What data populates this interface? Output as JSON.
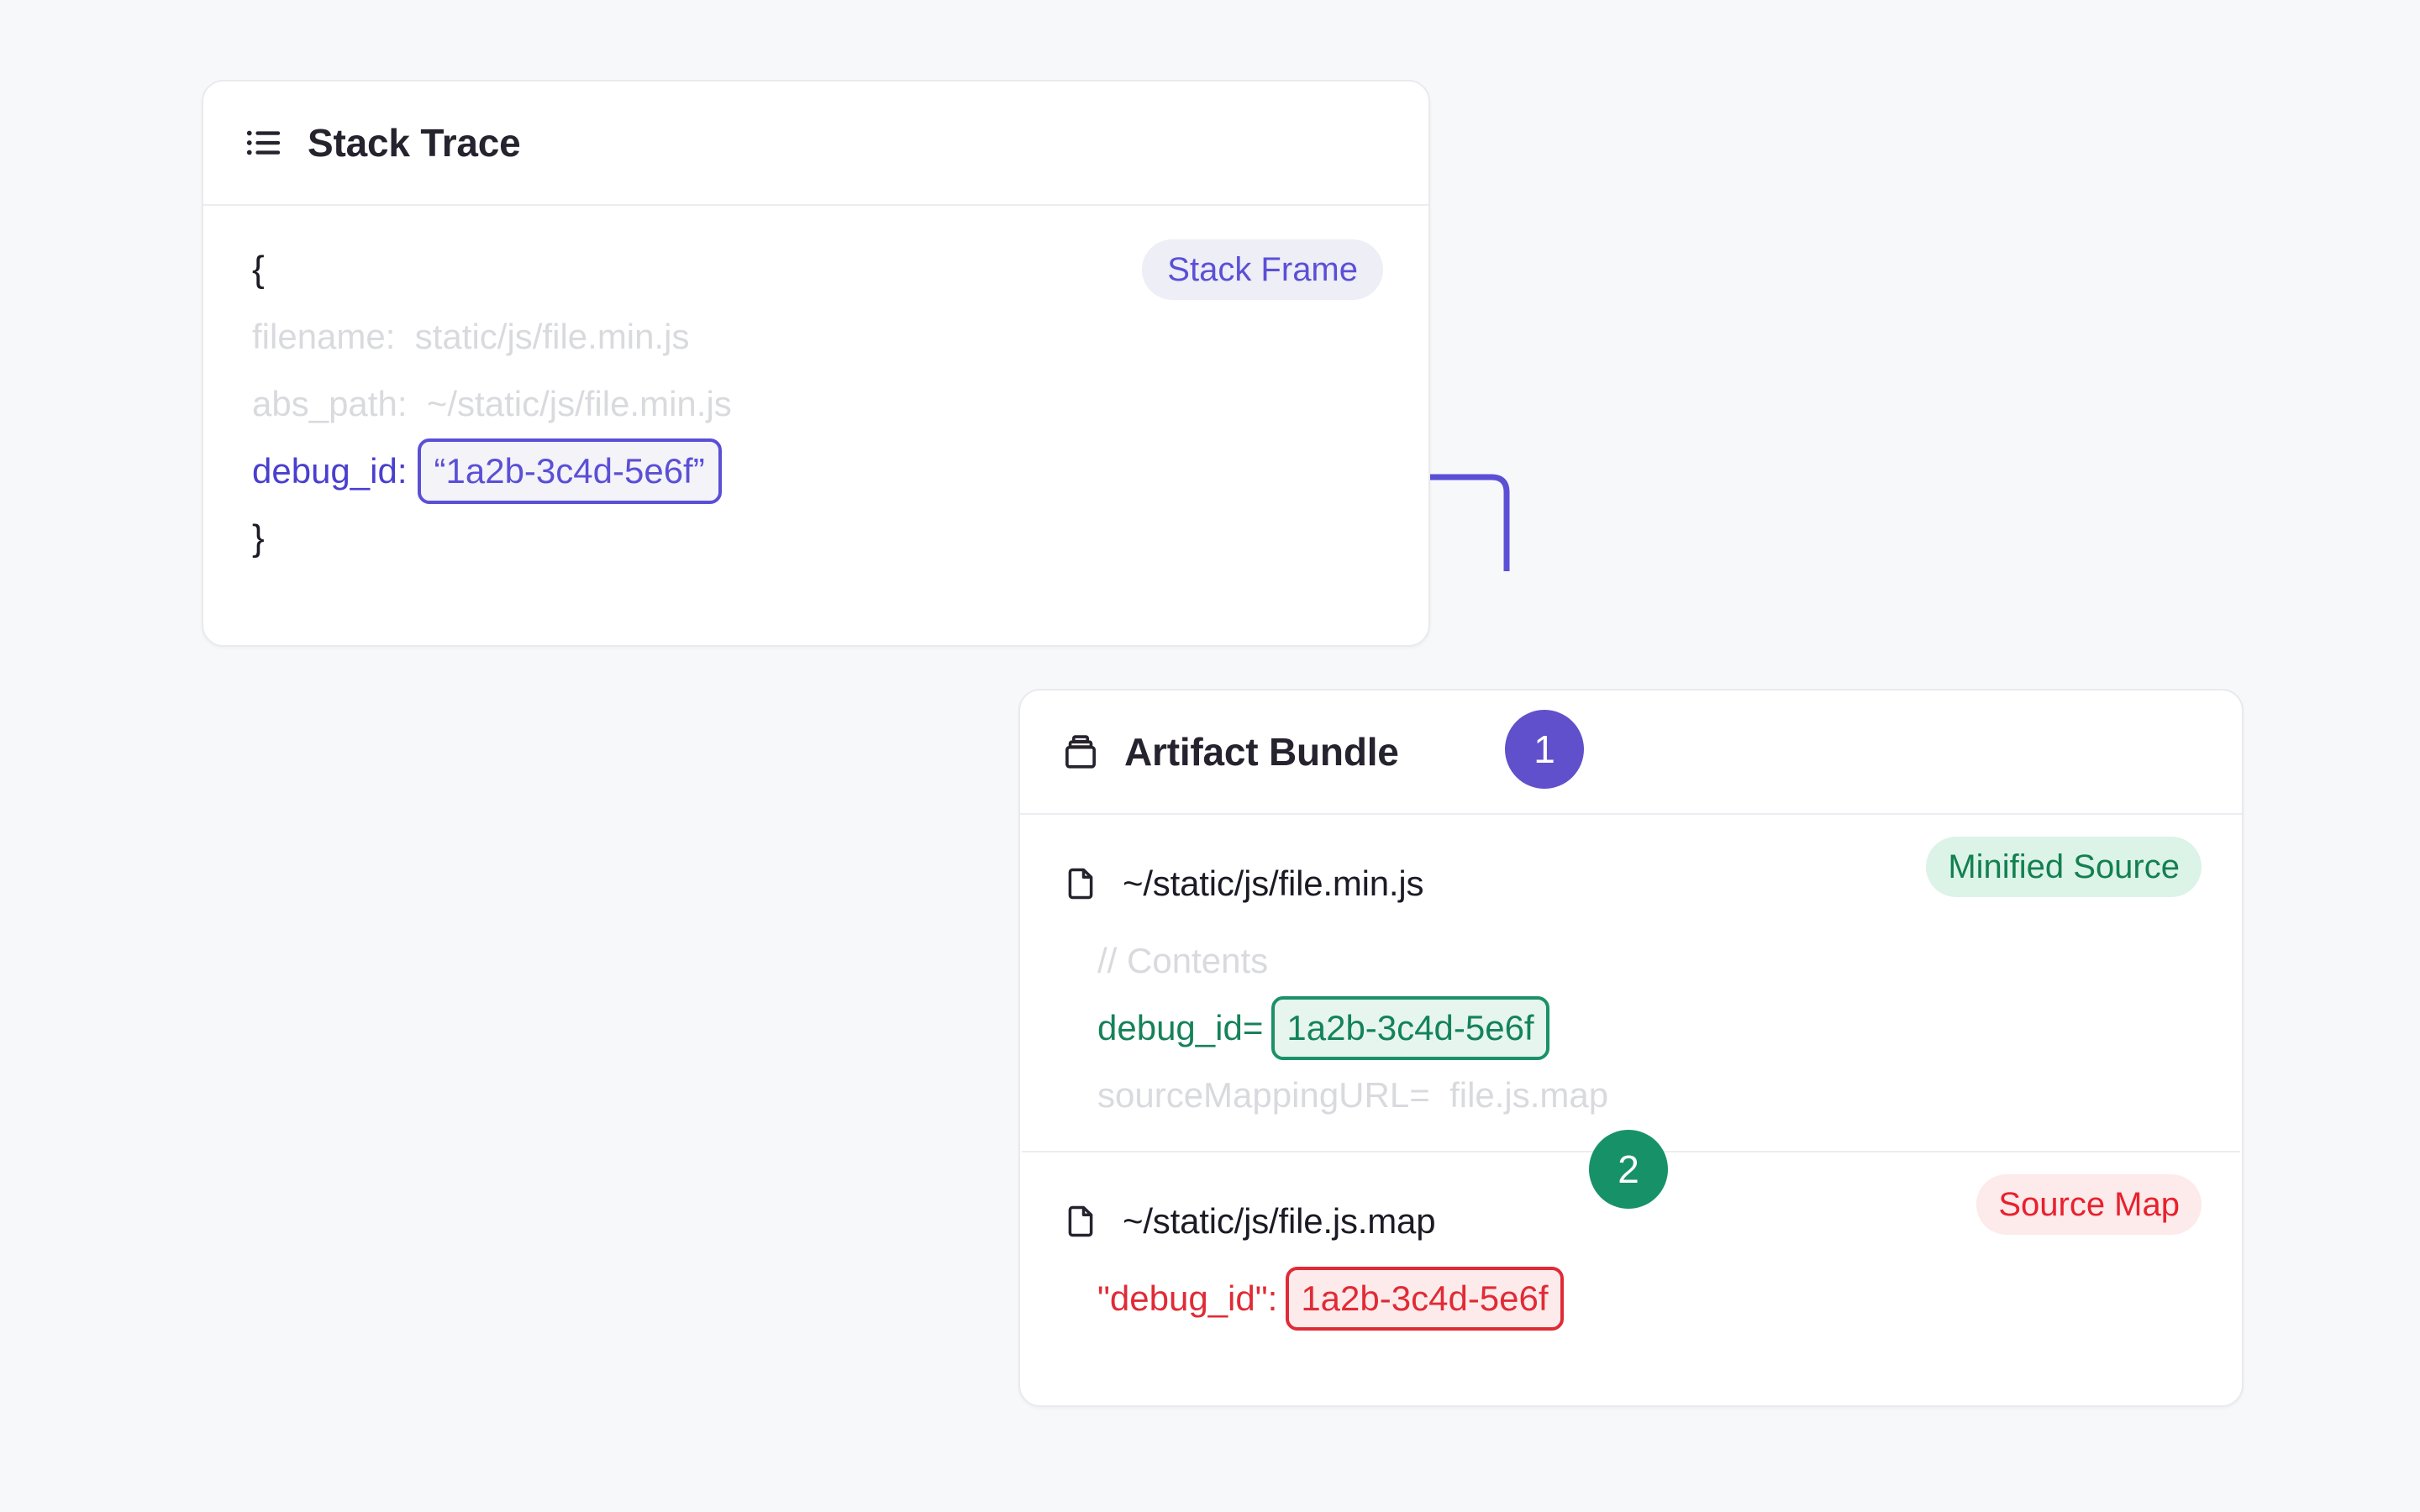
{
  "theme": {
    "page_background": "#f7f8fa",
    "purple": "#5b4fd6",
    "green": "#16825a",
    "red": "#e02b36",
    "muted": "#d9dade"
  },
  "stack_trace_card": {
    "title": "Stack Trace",
    "icon": "list-icon",
    "badge": "Stack Frame",
    "open_brace": "{",
    "close_brace": "}",
    "fields": [
      {
        "key": "filename:",
        "value": "static/js/file.min.js"
      },
      {
        "key": "abs_path:",
        "value": "~/static/js/file.min.js"
      }
    ],
    "debug_id_key": "debug_id:",
    "debug_id_value": "“1a2b-3c4d-5e6f”"
  },
  "artifact_bundle_card": {
    "title": "Artifact Bundle",
    "icon": "archive-icon",
    "files": [
      {
        "name": "~/static/js/file.min.js",
        "icon": "file-icon",
        "badge": "Minified Source",
        "badge_kind": "minified-source",
        "lines": [
          {
            "text": "// Contents",
            "style": "muted"
          },
          {
            "key": "debug_id=",
            "value": "1a2b-3c4d-5e6f",
            "style": "green-chip"
          },
          {
            "key": "sourceMappingURL=",
            "value": "file.js.map",
            "style": "muted"
          }
        ]
      },
      {
        "name": "~/static/js/file.js.map",
        "icon": "file-icon",
        "badge": "Source Map",
        "badge_kind": "source-map",
        "lines": [
          {
            "key": "\"debug_id\":",
            "value": "1a2b-3c4d-5e6f",
            "style": "red-chip"
          }
        ]
      }
    ]
  },
  "steps": [
    {
      "label": "1",
      "color": "#6050cb"
    },
    {
      "label": "2",
      "color": "#179268"
    }
  ]
}
